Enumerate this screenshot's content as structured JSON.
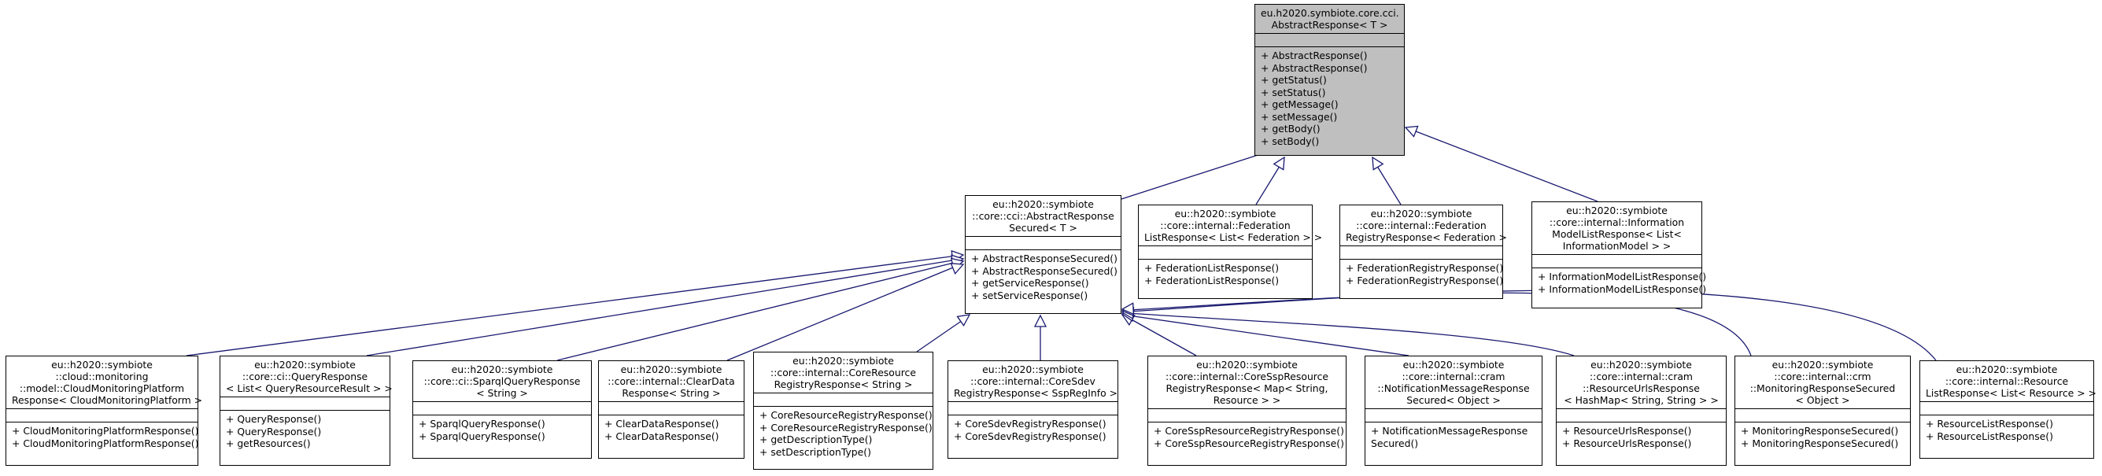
{
  "diagram": {
    "colors": {
      "edge": "#191970",
      "root_fill": "#bfbfbf",
      "node_fill": "#ffffff",
      "border": "#000000"
    },
    "nodes": [
      {
        "id": "abstract-response",
        "title": [
          "eu.h2020.symbiote.core.cci.",
          "AbstractResponse< T >"
        ],
        "ops": [
          "+ AbstractResponse()",
          "+ AbstractResponse()",
          "+ getStatus()",
          "+ setStatus()",
          "+ getMessage()",
          "+ setMessage()",
          "+ getBody()",
          "+ setBody()"
        ]
      },
      {
        "id": "abstract-response-secured",
        "title": [
          "eu::h2020::symbiote",
          "::core::cci::AbstractResponse",
          "Secured< T >"
        ],
        "ops": [
          "+ AbstractResponseSecured()",
          "+ AbstractResponseSecured()",
          "+ getServiceResponse()",
          "+ setServiceResponse()"
        ]
      },
      {
        "id": "federation-list-response",
        "title": [
          "eu::h2020::symbiote",
          "::core::internal::Federation",
          "ListResponse< List< Federation > >"
        ],
        "ops": [
          "+ FederationListResponse()",
          "+ FederationListResponse()"
        ]
      },
      {
        "id": "federation-registry-response",
        "title": [
          "eu::h2020::symbiote",
          "::core::internal::Federation",
          "RegistryResponse< Federation >"
        ],
        "ops": [
          "+ FederationRegistryResponse()",
          "+ FederationRegistryResponse()"
        ]
      },
      {
        "id": "information-model-list-response",
        "title": [
          "eu::h2020::symbiote",
          "::core::internal::Information",
          "ModelListResponse< List<",
          "InformationModel > >"
        ],
        "ops": [
          "+ InformationModelListResponse()",
          "+ InformationModelListResponse()"
        ]
      },
      {
        "id": "cloud-monitoring-platform-response",
        "title": [
          "eu::h2020::symbiote",
          "::cloud::monitoring",
          "::model::CloudMonitoringPlatform",
          "Response< CloudMonitoringPlatform >"
        ],
        "ops": [
          "+ CloudMonitoringPlatformResponse()",
          "+ CloudMonitoringPlatformResponse()"
        ]
      },
      {
        "id": "query-response",
        "title": [
          "eu::h2020::symbiote",
          "::core::ci::QueryResponse",
          "< List< QueryResourceResult > >"
        ],
        "ops": [
          "+ QueryResponse()",
          "+ QueryResponse()",
          "+ getResources()"
        ]
      },
      {
        "id": "sparql-query-response",
        "title": [
          "eu::h2020::symbiote",
          "::core::ci::SparqlQueryResponse",
          "< String >"
        ],
        "ops": [
          "+ SparqlQueryResponse()",
          "+ SparqlQueryResponse()"
        ]
      },
      {
        "id": "clear-data-response",
        "title": [
          "eu::h2020::symbiote",
          "::core::internal::ClearData",
          "Response< String >"
        ],
        "ops": [
          "+ ClearDataResponse()",
          "+ ClearDataResponse()"
        ]
      },
      {
        "id": "core-resource-registry-response",
        "title": [
          "eu::h2020::symbiote",
          "::core::internal::CoreResource",
          "RegistryResponse< String >"
        ],
        "ops": [
          "+ CoreResourceRegistryResponse()",
          "+ CoreResourceRegistryResponse()",
          "+ getDescriptionType()",
          "+ setDescriptionType()"
        ]
      },
      {
        "id": "core-sdev-registry-response",
        "title": [
          "eu::h2020::symbiote",
          "::core::internal::CoreSdev",
          "RegistryResponse< SspRegInfo >"
        ],
        "ops": [
          "+ CoreSdevRegistryResponse()",
          "+ CoreSdevRegistryResponse()"
        ]
      },
      {
        "id": "core-ssp-resource-registry-response",
        "title": [
          "eu::h2020::symbiote",
          "::core::internal::CoreSspResource",
          "RegistryResponse< Map< String,",
          "Resource > >"
        ],
        "ops": [
          "+ CoreSspResourceRegistryResponse()",
          "+ CoreSspResourceRegistryResponse()"
        ]
      },
      {
        "id": "notification-message-response-secured",
        "title": [
          "eu::h2020::symbiote",
          "::core::internal::cram",
          "::NotificationMessageResponse",
          "Secured< Object >"
        ],
        "ops": [
          "+ NotificationMessageResponse",
          "Secured()"
        ]
      },
      {
        "id": "resource-urls-response",
        "title": [
          "eu::h2020::symbiote",
          "::core::internal::cram",
          "::ResourceUrlsResponse",
          "< HashMap< String, String > >"
        ],
        "ops": [
          "+ ResourceUrlsResponse()",
          "+ ResourceUrlsResponse()"
        ]
      },
      {
        "id": "monitoring-response-secured",
        "title": [
          "eu::h2020::symbiote",
          "::core::internal::crm",
          "::MonitoringResponseSecured",
          "< Object >"
        ],
        "ops": [
          "+ MonitoringResponseSecured()",
          "+ MonitoringResponseSecured()"
        ]
      },
      {
        "id": "resource-list-response",
        "title": [
          "eu::h2020::symbiote",
          "::core::internal::Resource",
          "ListResponse< List< Resource > >"
        ],
        "ops": [
          "+ ResourceListResponse()",
          "+ ResourceListResponse()"
        ]
      }
    ],
    "edges": [
      {
        "from": "abstract-response-secured",
        "to": "abstract-response"
      },
      {
        "from": "federation-list-response",
        "to": "abstract-response"
      },
      {
        "from": "federation-registry-response",
        "to": "abstract-response"
      },
      {
        "from": "information-model-list-response",
        "to": "abstract-response"
      },
      {
        "from": "cloud-monitoring-platform-response",
        "to": "abstract-response-secured"
      },
      {
        "from": "query-response",
        "to": "abstract-response-secured"
      },
      {
        "from": "sparql-query-response",
        "to": "abstract-response-secured"
      },
      {
        "from": "clear-data-response",
        "to": "abstract-response-secured"
      },
      {
        "from": "core-resource-registry-response",
        "to": "abstract-response-secured"
      },
      {
        "from": "core-sdev-registry-response",
        "to": "abstract-response-secured"
      },
      {
        "from": "core-ssp-resource-registry-response",
        "to": "abstract-response-secured"
      },
      {
        "from": "notification-message-response-secured",
        "to": "abstract-response-secured"
      },
      {
        "from": "resource-urls-response",
        "to": "abstract-response-secured"
      },
      {
        "from": "monitoring-response-secured",
        "to": "abstract-response-secured"
      },
      {
        "from": "resource-list-response",
        "to": "abstract-response-secured"
      }
    ]
  }
}
